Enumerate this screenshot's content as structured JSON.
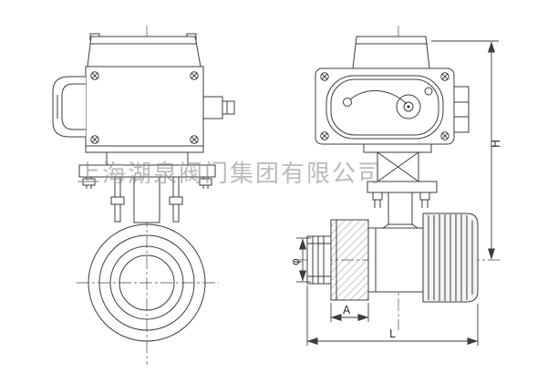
{
  "watermark": {
    "text": "上海湖泉阀门集团有限公司"
  },
  "dimensions": {
    "height_label": "H",
    "length_label": "L",
    "segment_label": "A",
    "diameter_label": "φ"
  },
  "colors": {
    "line": "#3c3c3c",
    "background": "#ffffff",
    "watermark": "#8d8d8d",
    "hatch": "#8a8a8a"
  }
}
